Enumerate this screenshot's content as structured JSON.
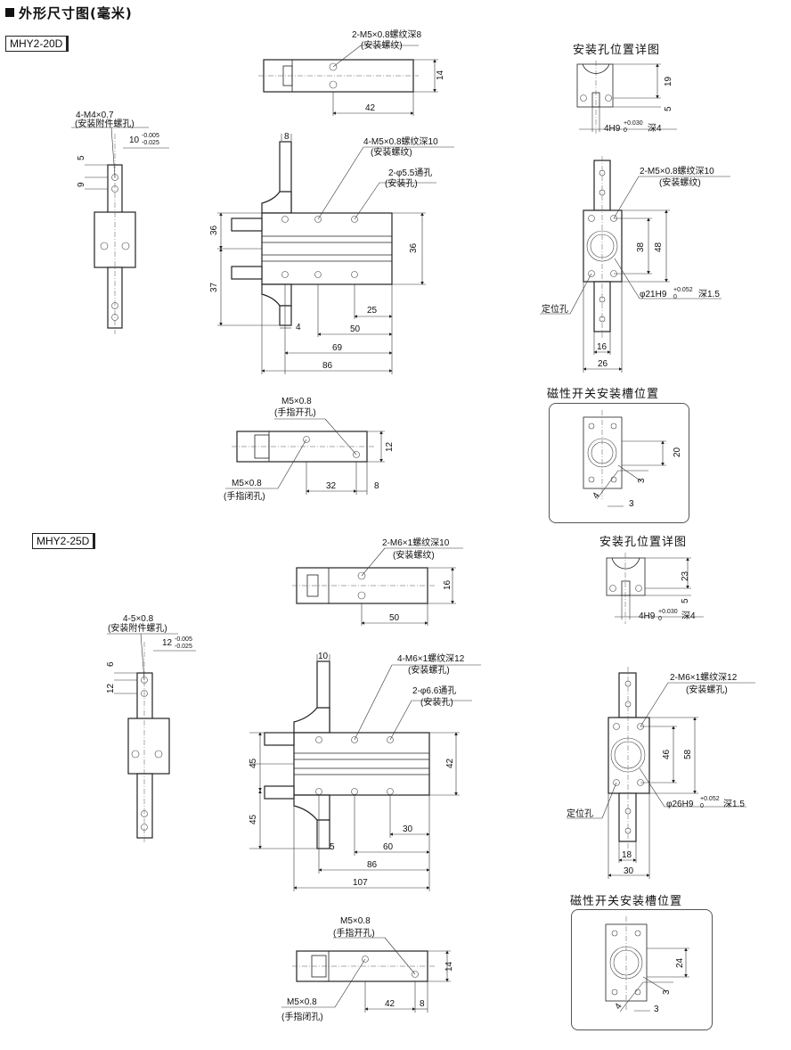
{
  "header": {
    "title": "外形尺寸图(毫米)"
  },
  "models": {
    "a": "MHY2-20D",
    "b": "MHY2-25D"
  },
  "titles": {
    "mount_detail": "安装孔位置详图",
    "switch_slot": "磁性开关安装槽位置"
  },
  "a": {
    "top_thread": "2-M5×0.8螺纹深8",
    "top_thread_sub": "(安装螺纹)",
    "top_14": "14",
    "top_42": "42",
    "side_thread": "4-M4×0.7",
    "side_thread_sub": "(安装附件螺孔)",
    "side_tol": "10",
    "side_tol_up": "-0.005",
    "side_tol_lo": "-0.025",
    "side_5": "5",
    "side_9": "9",
    "main_8": "8",
    "main_thread": "4-M5×0.8螺纹深10",
    "main_thread_sub": "(安装螺纹)",
    "main_hole": "2-φ5.5通孔",
    "main_hole_sub": "(安装孔)",
    "main_36l": "36",
    "main_36r": "36",
    "main_37": "37",
    "main_4": "4",
    "main_25": "25",
    "main_50": "50",
    "main_69": "69",
    "main_86": "86",
    "det_19": "19",
    "det_5": "5",
    "det_4h9": "4H9",
    "det_4h9_tol": "+0.030",
    "det_4h9_tol0": "0",
    "det_4h9_depth": "深4",
    "right_thread": "2-M5×0.8螺纹深10",
    "right_thread_sub": "(安装螺纹)",
    "right_38": "38",
    "right_48": "48",
    "right_phi": "φ21H9",
    "right_phi_tol": "+0.052",
    "right_phi_tol0": "0",
    "right_phi_depth": "深1.5",
    "right_locate": "定位孔",
    "right_16": "16",
    "right_26": "26",
    "bot_open": "M5×0.8",
    "bot_open_sub": "(手指开孔)",
    "bot_close": "M5×0.8",
    "bot_close_sub": "(手指闭孔)",
    "bot_12": "12",
    "bot_32": "32",
    "bot_8": "8",
    "sw_20": "20",
    "sw_3v": "3",
    "sw_3h": "3",
    "sw_4": "4"
  },
  "b": {
    "top_thread": "2-M6×1螺纹深10",
    "top_thread_sub": "(安装螺纹)",
    "top_16": "16",
    "top_50": "50",
    "side_thread": "4-5×0.8",
    "side_thread_sub": "(安装附件螺孔)",
    "side_tol": "12",
    "side_tol_up": "-0.005",
    "side_tol_lo": "-0.025",
    "side_6": "6",
    "side_12": "12",
    "main_10": "10",
    "main_thread": "4-M6×1螺纹深12",
    "main_thread_sub": "(安装螺孔)",
    "main_hole": "2-φ6.6通孔",
    "main_hole_sub": "(安装孔)",
    "main_45a": "45",
    "main_45b": "45",
    "main_42": "42",
    "main_5": "5",
    "main_30": "30",
    "main_60": "60",
    "main_86": "86",
    "main_107": "107",
    "det_23": "23",
    "det_5": "5",
    "det_4h9": "4H9",
    "det_4h9_tol": "+0.030",
    "det_4h9_tol0": "0",
    "det_4h9_depth": "深4",
    "right_thread": "2-M6×1螺纹深12",
    "right_thread_sub": "(安装螺孔)",
    "right_46": "46",
    "right_58": "58",
    "right_phi": "φ26H9",
    "right_phi_tol": "+0.052",
    "right_phi_tol0": "0",
    "right_phi_depth": "深1.5",
    "right_locate": "定位孔",
    "right_18": "18",
    "right_30": "30",
    "bot_open": "M5×0.8",
    "bot_open_sub": "(手指开孔)",
    "bot_close": "M5×0.8",
    "bot_close_sub": "(手指闭孔)",
    "bot_14": "14",
    "bot_42": "42",
    "bot_8": "8",
    "sw_24": "24",
    "sw_3v": "3",
    "sw_3h": "3",
    "sw_4": "4"
  }
}
